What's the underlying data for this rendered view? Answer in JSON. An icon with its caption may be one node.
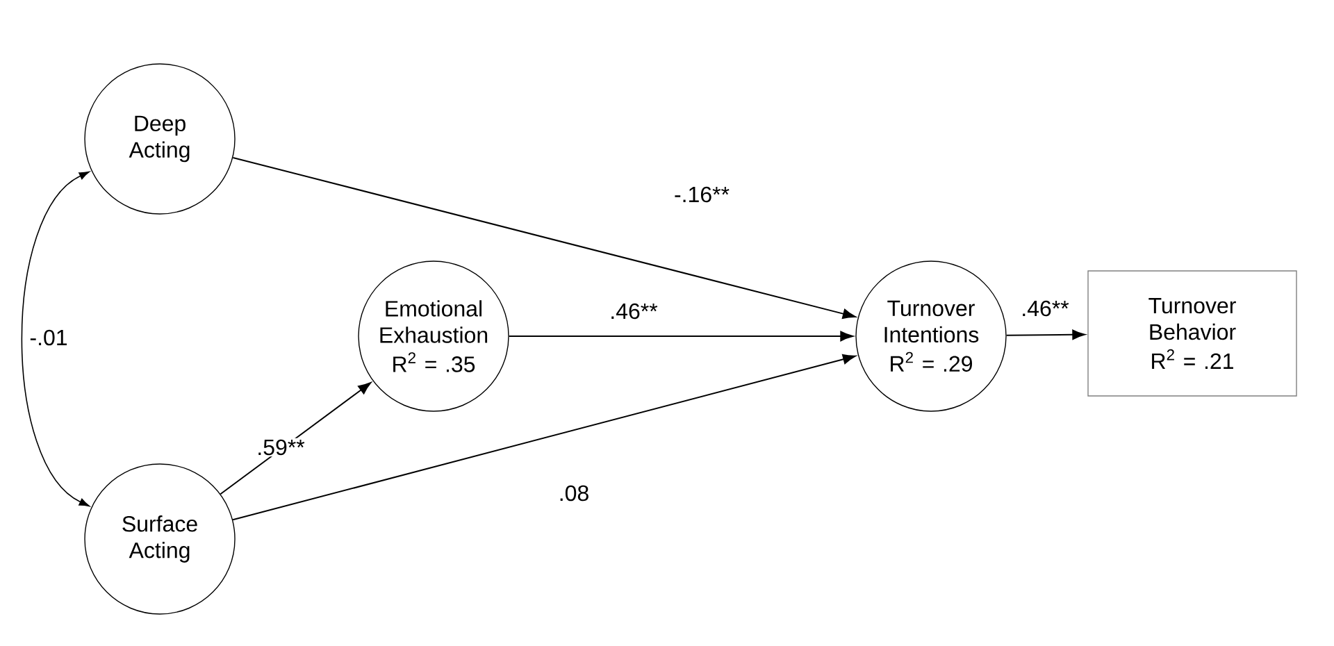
{
  "diagram": {
    "nodes": [
      {
        "text": [
          "Deep Acting"
        ]
      },
      {
        "text": [
          "Surface Acting"
        ]
      },
      {
        "text": [
          "Emotional Exhaustion",
          "R$^{2}$ = .35"
        ]
      },
      {
        "text": [
          "Turnover Intentions",
          "R$^{2}$ = .29"
        ]
      },
      {
        "text": [
          "Turnover Behavior",
          "R$^{2}$ = .21"
        ]
      }
    ],
    "edges": [
      {
        "from": 0,
        "to": 1,
        "arrow": "both",
        "label": "-.01"
      },
      {
        "from": 0,
        "to": 3,
        "arrow": "to",
        "label": "-.16**"
      },
      {
        "from": 1,
        "to": 2,
        "arrow": "to",
        "label": ".59**"
      },
      {
        "from": 2,
        "to": 3,
        "arrow": "to",
        "label": ".46**"
      },
      {
        "from": 1,
        "to": 3,
        "arrow": "to",
        "label": ".08"
      },
      {
        "from": 3,
        "to": 4,
        "arrow": "to",
        "label": ".46**"
      }
    ]
  }
}
